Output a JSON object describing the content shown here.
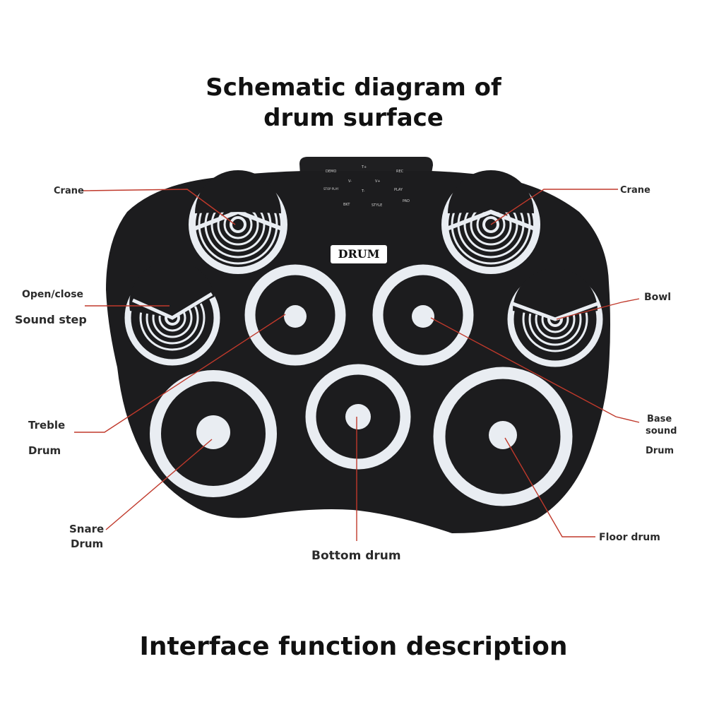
{
  "title": {
    "line1": "Schematic diagram of",
    "line2": "drum surface"
  },
  "footer": "Interface function description",
  "brand": "DRUM",
  "control_panel": {
    "buttons": [
      "DEMO",
      "T+",
      "REC",
      "V-",
      "V+",
      "STOP PLAY",
      "T-",
      "PLAY",
      "BKT",
      "STYLE",
      "PAD"
    ]
  },
  "labels": {
    "crane_left": "Crane",
    "crane_right": "Crane",
    "open_close": "Open/close",
    "sound_step": "Sound step",
    "bowl": "Bowl",
    "treble": "Treble",
    "treble_drum": "Drum",
    "base": "Base",
    "base_sound": "sound",
    "base_drum": "Drum",
    "snare": "Snare",
    "snare_drum": "Drum",
    "bottom_drum": "Bottom drum",
    "floor_drum": "Floor drum"
  },
  "colors": {
    "mat": "#1c1c1e",
    "ring": "#e9edf2",
    "leader": "#c0392b",
    "text": "#2b2b2b"
  }
}
